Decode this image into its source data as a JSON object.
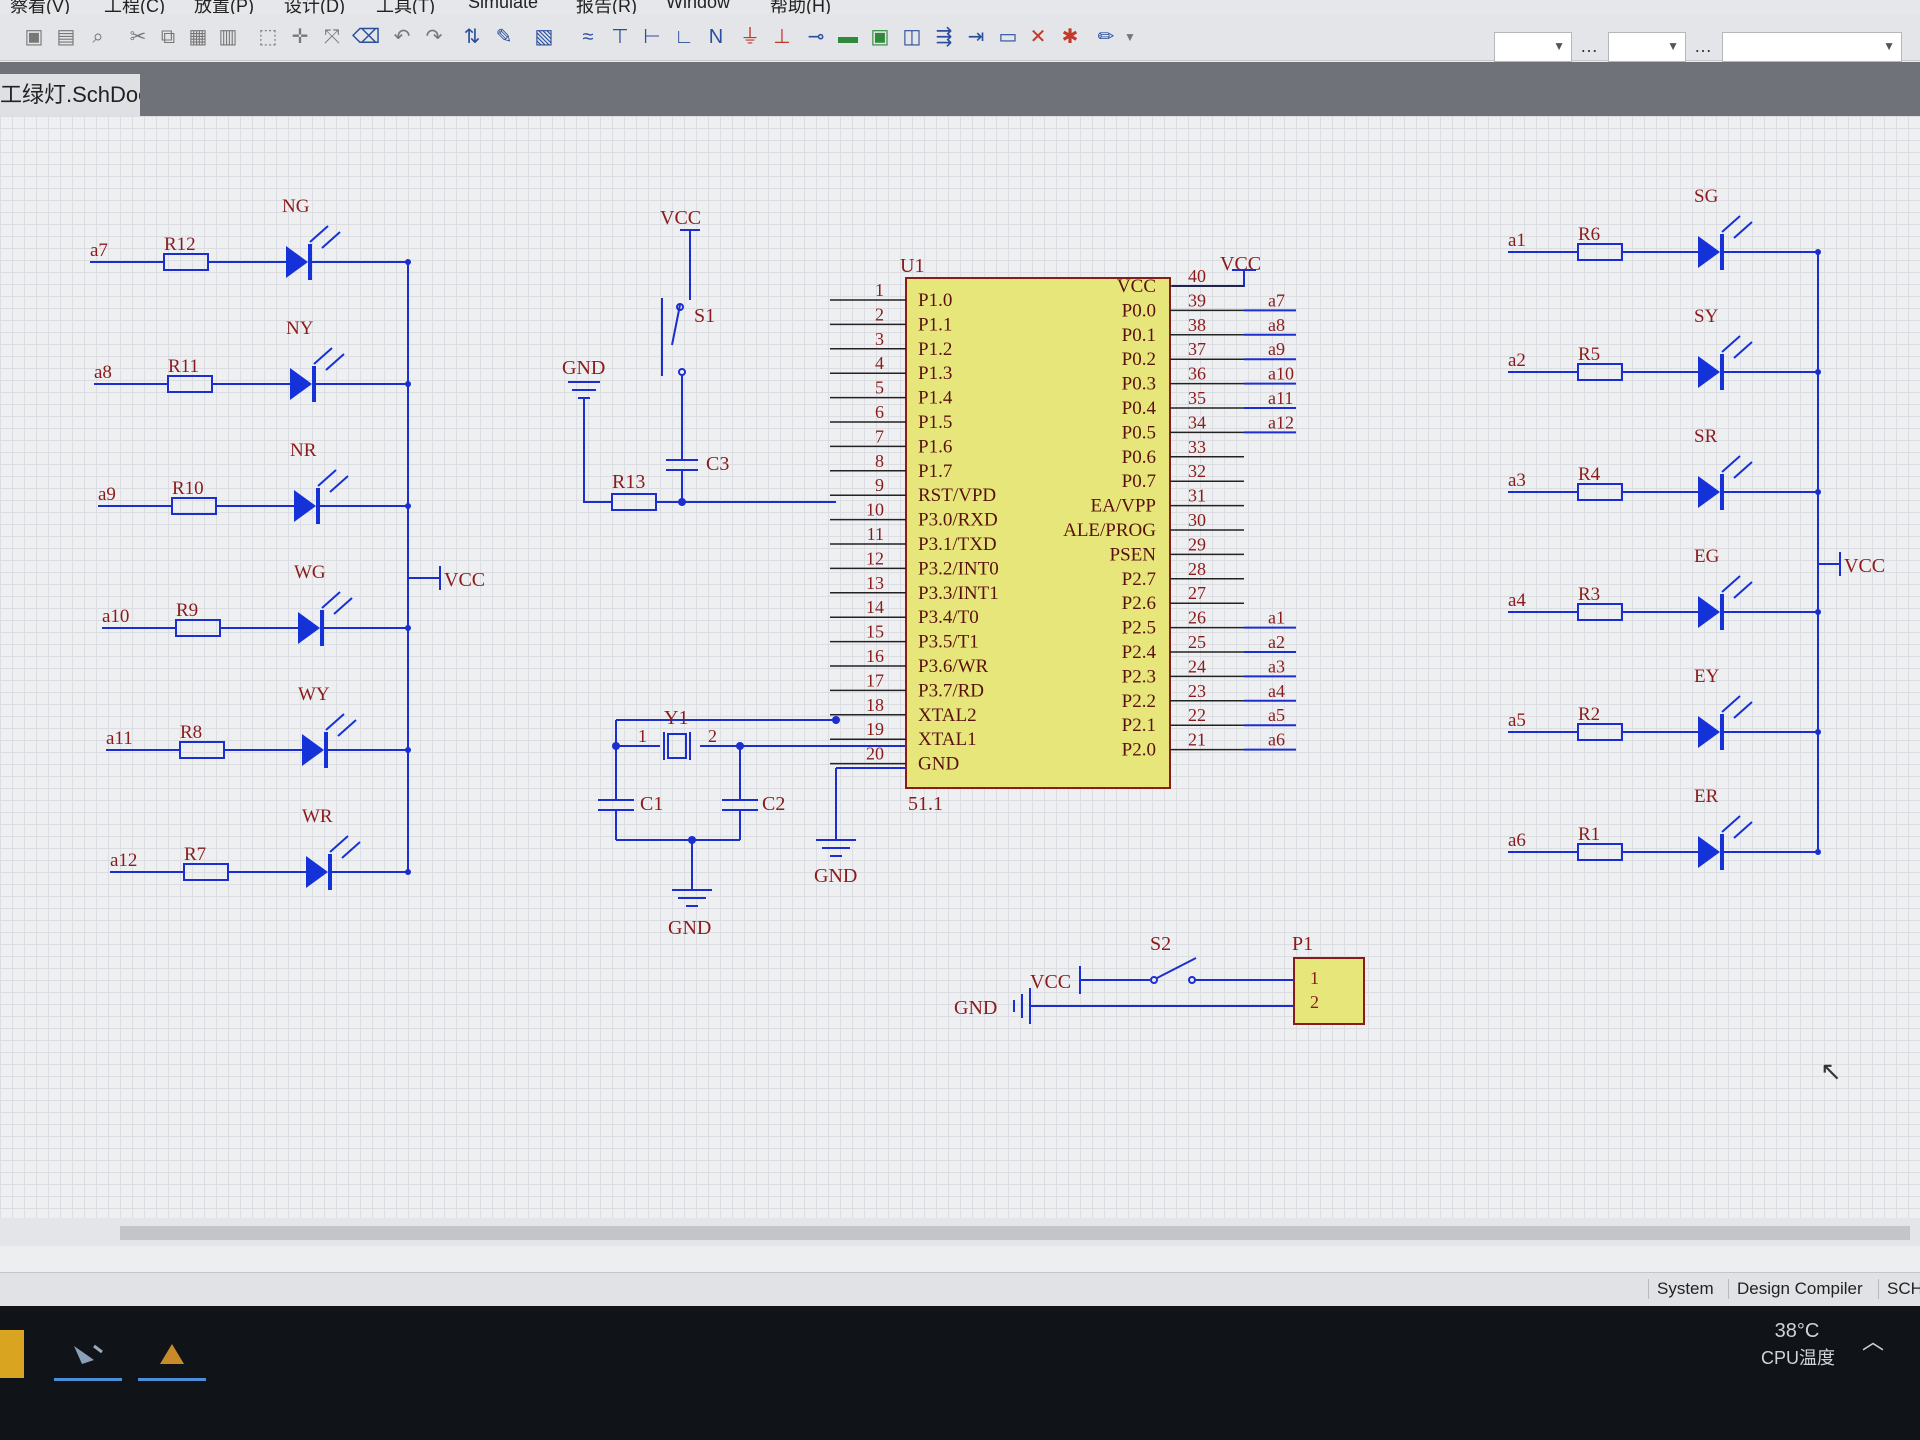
{
  "menubar": {
    "items": [
      "察看(V)",
      "工程(C)",
      "放置(P)",
      "设计(D)",
      "工具(T)",
      "Simulate",
      "报告(R)",
      "Window",
      "帮助(H)"
    ]
  },
  "document": {
    "tab_title": "工绿灯.SchDoc"
  },
  "schematic": {
    "u1": {
      "designator": "U1",
      "part_name": "51.1",
      "left_pins": [
        {
          "num": "1",
          "name": "P1.0"
        },
        {
          "num": "2",
          "name": "P1.1"
        },
        {
          "num": "3",
          "name": "P1.2"
        },
        {
          "num": "4",
          "name": "P1.3"
        },
        {
          "num": "5",
          "name": "P1.4"
        },
        {
          "num": "6",
          "name": "P1.5"
        },
        {
          "num": "7",
          "name": "P1.6"
        },
        {
          "num": "8",
          "name": "P1.7"
        },
        {
          "num": "9",
          "name": "RST/VPD"
        },
        {
          "num": "10",
          "name": "P3.0/RXD"
        },
        {
          "num": "11",
          "name": "P3.1/TXD"
        },
        {
          "num": "12",
          "name": "P3.2/INT0"
        },
        {
          "num": "13",
          "name": "P3.3/INT1"
        },
        {
          "num": "14",
          "name": "P3.4/T0"
        },
        {
          "num": "15",
          "name": "P3.5/T1"
        },
        {
          "num": "16",
          "name": "P3.6/WR"
        },
        {
          "num": "17",
          "name": "P3.7/RD"
        },
        {
          "num": "18",
          "name": "XTAL2"
        },
        {
          "num": "19",
          "name": "XTAL1"
        },
        {
          "num": "20",
          "name": "GND"
        }
      ],
      "right_pins": [
        {
          "num": "40",
          "name": "VCC",
          "net": ""
        },
        {
          "num": "39",
          "name": "P0.0",
          "net": "a7"
        },
        {
          "num": "38",
          "name": "P0.1",
          "net": "a8"
        },
        {
          "num": "37",
          "name": "P0.2",
          "net": "a9"
        },
        {
          "num": "36",
          "name": "P0.3",
          "net": "a10"
        },
        {
          "num": "35",
          "name": "P0.4",
          "net": "a11"
        },
        {
          "num": "34",
          "name": "P0.5",
          "net": "a12"
        },
        {
          "num": "33",
          "name": "P0.6",
          "net": ""
        },
        {
          "num": "32",
          "name": "P0.7",
          "net": ""
        },
        {
          "num": "31",
          "name": "EA/VPP",
          "net": ""
        },
        {
          "num": "30",
          "name": "ALE/PROG",
          "net": ""
        },
        {
          "num": "29",
          "name": "PSEN",
          "net": ""
        },
        {
          "num": "28",
          "name": "P2.7",
          "net": ""
        },
        {
          "num": "27",
          "name": "P2.6",
          "net": ""
        },
        {
          "num": "26",
          "name": "P2.5",
          "net": "a1"
        },
        {
          "num": "25",
          "name": "P2.4",
          "net": "a2"
        },
        {
          "num": "24",
          "name": "P2.3",
          "net": "a3"
        },
        {
          "num": "23",
          "name": "P2.2",
          "net": "a4"
        },
        {
          "num": "22",
          "name": "P2.1",
          "net": "a5"
        },
        {
          "num": "21",
          "name": "P2.0",
          "net": "a6"
        }
      ]
    },
    "left_leds": [
      {
        "net": "a7",
        "res": "R12",
        "led": "NG"
      },
      {
        "net": "a8",
        "res": "R11",
        "led": "NY"
      },
      {
        "net": "a9",
        "res": "R10",
        "led": "NR"
      },
      {
        "net": "a10",
        "res": "R9",
        "led": "WG"
      },
      {
        "net": "a11",
        "res": "R8",
        "led": "WY"
      },
      {
        "net": "a12",
        "res": "R7",
        "led": "WR"
      }
    ],
    "right_leds": [
      {
        "net": "a1",
        "res": "R6",
        "led": "SG"
      },
      {
        "net": "a2",
        "res": "R5",
        "led": "SY"
      },
      {
        "net": "a3",
        "res": "R4",
        "led": "SR"
      },
      {
        "net": "a4",
        "res": "R3",
        "led": "EG"
      },
      {
        "net": "a5",
        "res": "R2",
        "led": "EY"
      },
      {
        "net": "a6",
        "res": "R1",
        "led": "ER"
      }
    ],
    "labels": {
      "vcc": "VCC",
      "gnd": "GND",
      "s1": "S1",
      "s2": "S2",
      "c1": "C1",
      "c2": "C2",
      "c3": "C3",
      "r13": "R13",
      "y1": "Y1",
      "y1_pin1": "1",
      "y1_pin2": "2",
      "p1": "P1",
      "p1_pin1": "1",
      "p1_pin2": "2"
    }
  },
  "statusbar": {
    "items": [
      "System",
      "Design Compiler",
      "SCH"
    ]
  },
  "tray": {
    "temp": "38°C",
    "label": "CPU温度"
  },
  "colors": {
    "wire": "#1b2ecf",
    "pin_text": "#8a1b1b",
    "chip_fill": "#e6e67a",
    "led_blue": "#1432d8"
  }
}
